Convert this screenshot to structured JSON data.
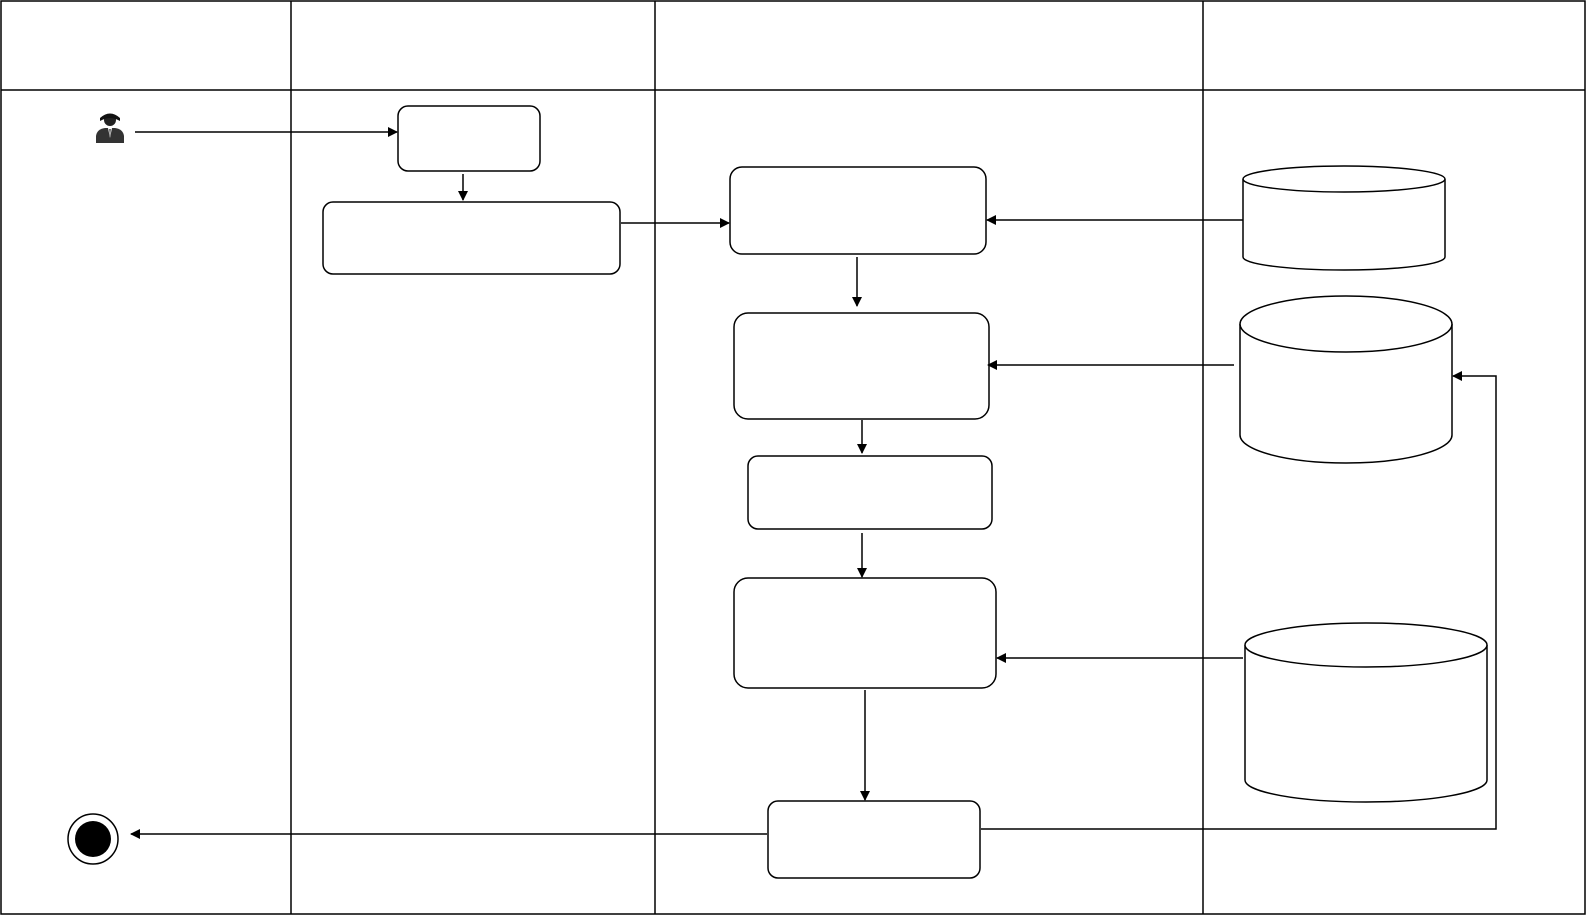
{
  "diagram": {
    "type": "swimlane-activity",
    "lanes": [
      {
        "id": "lane-1",
        "label": ""
      },
      {
        "id": "lane-2",
        "label": ""
      },
      {
        "id": "lane-3",
        "label": ""
      },
      {
        "id": "lane-4",
        "label": ""
      }
    ],
    "nodes": [
      {
        "id": "actor",
        "kind": "actor-icon",
        "label": ""
      },
      {
        "id": "activity-1",
        "kind": "activity",
        "label": ""
      },
      {
        "id": "activity-2",
        "kind": "activity",
        "label": ""
      },
      {
        "id": "activity-3",
        "kind": "activity",
        "label": ""
      },
      {
        "id": "activity-4",
        "kind": "activity",
        "label": ""
      },
      {
        "id": "activity-5",
        "kind": "activity",
        "label": ""
      },
      {
        "id": "activity-6",
        "kind": "activity",
        "label": ""
      },
      {
        "id": "activity-7",
        "kind": "activity",
        "label": ""
      },
      {
        "id": "datastore-1",
        "kind": "database",
        "label": ""
      },
      {
        "id": "datastore-2",
        "kind": "database",
        "label": ""
      },
      {
        "id": "datastore-3",
        "kind": "database",
        "label": ""
      },
      {
        "id": "end",
        "kind": "final-node",
        "label": ""
      }
    ],
    "edges": [
      {
        "from": "actor",
        "to": "activity-1"
      },
      {
        "from": "activity-1",
        "to": "activity-2"
      },
      {
        "from": "activity-2",
        "to": "activity-3"
      },
      {
        "from": "datastore-1",
        "to": "activity-3"
      },
      {
        "from": "activity-3",
        "to": "activity-4"
      },
      {
        "from": "datastore-2",
        "to": "activity-4"
      },
      {
        "from": "activity-4",
        "to": "activity-5"
      },
      {
        "from": "activity-5",
        "to": "activity-6"
      },
      {
        "from": "datastore-3",
        "to": "activity-6"
      },
      {
        "from": "activity-6",
        "to": "activity-7"
      },
      {
        "from": "activity-7",
        "to": "datastore-2"
      },
      {
        "from": "activity-7",
        "to": "end"
      }
    ]
  },
  "colors": {
    "stroke": "#000000",
    "background": "#ffffff",
    "fill": "#ffffff"
  }
}
